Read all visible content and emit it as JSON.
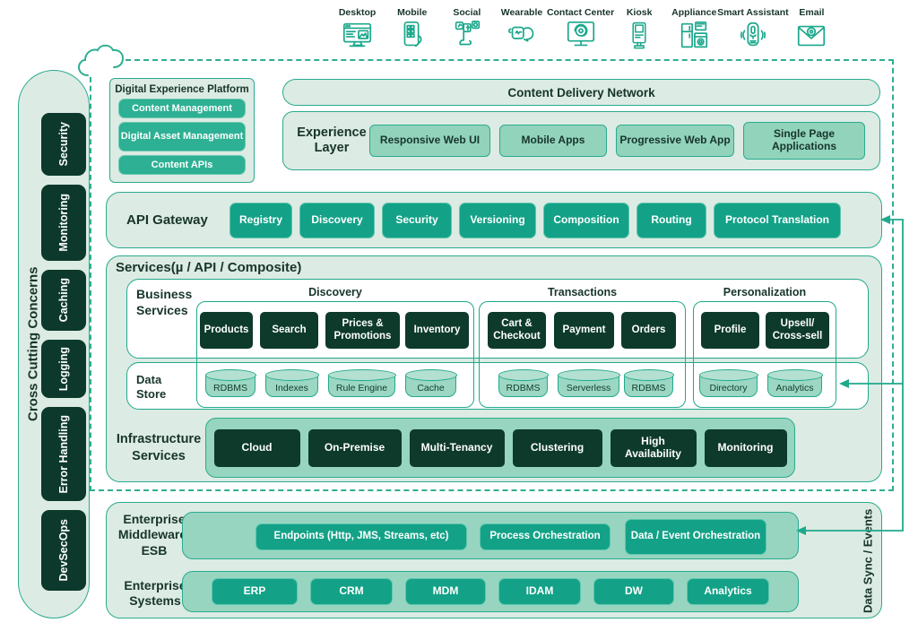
{
  "colors": {
    "teal": "#13a287",
    "mint": "#93d3bd",
    "pale_container": "#dcebe3",
    "dark_box": "#0d3a2b",
    "border": "#2aab8e",
    "text_dark": "#17352b"
  },
  "channels": [
    {
      "label": "Desktop",
      "icon": "desktop-icon"
    },
    {
      "label": "Mobile",
      "icon": "mobile-icon"
    },
    {
      "label": "Social",
      "icon": "social-icon"
    },
    {
      "label": "Wearable",
      "icon": "wearable-icon"
    },
    {
      "label": "Contact Center",
      "icon": "contact-center-icon"
    },
    {
      "label": "Kiosk",
      "icon": "kiosk-icon"
    },
    {
      "label": "Appliance",
      "icon": "appliance-icon"
    },
    {
      "label": "Smart Assistant",
      "icon": "smart-assistant-icon"
    },
    {
      "label": "Email",
      "icon": "email-icon"
    }
  ],
  "sidebar": {
    "title": "Cross Cutting Concerns",
    "items": [
      "Security",
      "Monitoring",
      "Caching",
      "Logging",
      "Error Handling",
      "DevSecOps"
    ]
  },
  "dxp": {
    "title": "Digital Experience  Platform",
    "items": [
      "Content Management",
      "Digital Asset Management",
      "Content APIs"
    ]
  },
  "cdn": {
    "label": "Content Delivery Network"
  },
  "experience_layer": {
    "label": "Experience Layer",
    "items": [
      "Responsive Web UI",
      "Mobile Apps",
      "Progressive Web App",
      "Single Page Applications"
    ]
  },
  "api_gateway": {
    "label": "API Gateway",
    "items": [
      "Registry",
      "Discovery",
      "Security",
      "Versioning",
      "Composition",
      "Routing",
      "Protocol Translation"
    ]
  },
  "services": {
    "title": "Services(µ / API / Composite)",
    "business_services_label": "Business Services",
    "data_store_label": "Data Store",
    "groups": [
      {
        "label": "Discovery",
        "services": [
          "Products",
          "Search",
          "Prices & Promotions",
          "Inventory"
        ],
        "stores": [
          "RDBMS",
          "Indexes",
          "Rule Engine",
          "Cache"
        ]
      },
      {
        "label": "Transactions",
        "services": [
          "Cart & Checkout",
          "Payment",
          "Orders"
        ],
        "stores": [
          "RDBMS",
          "Serverless",
          "RDBMS"
        ]
      },
      {
        "label": "Personalization",
        "services": [
          "Profile",
          "Upsell/ Cross-sell"
        ],
        "stores": [
          "Directory",
          "Analytics"
        ]
      }
    ],
    "infrastructure": {
      "label": "Infrastructure Services",
      "items": [
        "Cloud",
        "On-Premise",
        "Multi-Tenancy",
        "Clustering",
        "High Availability",
        "Monitoring"
      ]
    }
  },
  "enterprise": {
    "middleware_label": "Enterprise Middleware/ ESB",
    "middleware_items": [
      "Endpoints (Http, JMS, Streams, etc)",
      "Process Orchestration",
      "Data / Event Orchestration"
    ],
    "systems_label": "Enterprise Systems",
    "systems_items": [
      "ERP",
      "CRM",
      "MDM",
      "IDAM",
      "DW",
      "Analytics"
    ],
    "data_sync_label": "Data Sync / Events"
  }
}
